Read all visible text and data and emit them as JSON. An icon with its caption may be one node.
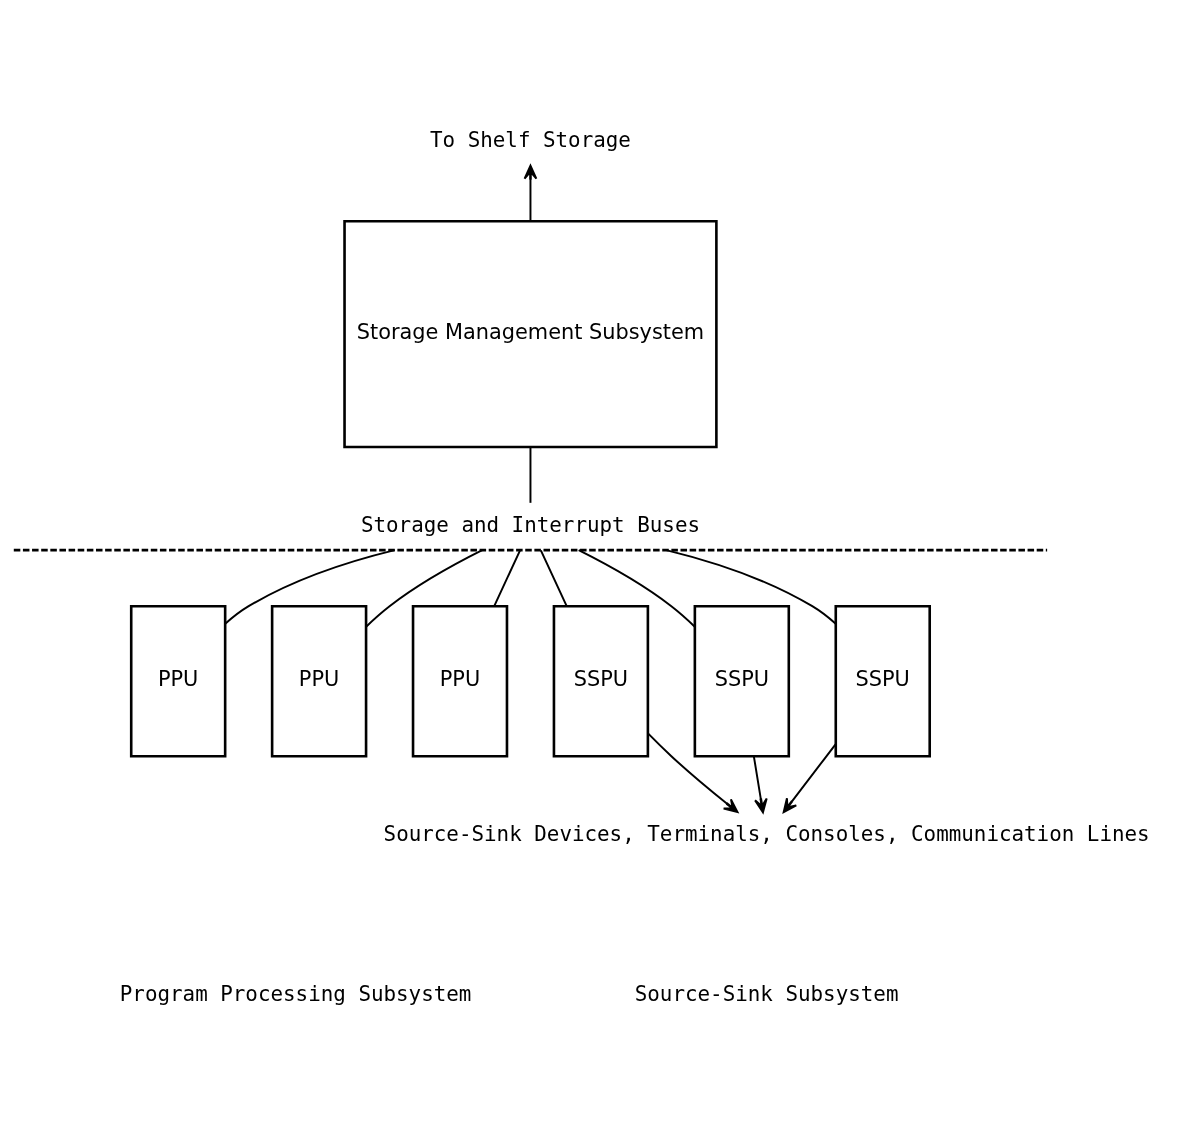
{
  "diagram": {
    "nodes": [
      {
        "text": [
          "To Shelf Storage"
        ]
      },
      {
        "text": [
          "Storage Management Subsystem"
        ]
      },
      {
        "text": [
          "Storage and Interrupt Buses"
        ]
      },
      {
        "text": [
          "PPU"
        ]
      },
      {
        "text": [
          "PPU"
        ]
      },
      {
        "text": [
          "PPU"
        ]
      },
      {
        "text": [
          "SSPU"
        ]
      },
      {
        "text": [
          "SSPU"
        ]
      },
      {
        "text": [
          "SSPU"
        ]
      },
      {
        "text": [
          "Source-Sink Devices, Terminals, Consoles, Communication Lines"
        ]
      }
    ],
    "edges": [
      {
        "from": 1,
        "to": 0,
        "arrow": "to"
      },
      {
        "from": 1,
        "to": 2,
        "arrow": "none"
      },
      {
        "from": 2,
        "to": 3,
        "arrow": "none"
      },
      {
        "from": 2,
        "to": 4,
        "arrow": "none"
      },
      {
        "from": 2,
        "to": 5,
        "arrow": "none"
      },
      {
        "from": 2,
        "to": 6,
        "arrow": "none"
      },
      {
        "from": 2,
        "to": 7,
        "arrow": "none"
      },
      {
        "from": 2,
        "to": 8,
        "arrow": "none"
      },
      {
        "from": 6,
        "to": 9,
        "arrow": "to"
      },
      {
        "from": 7,
        "to": 9,
        "arrow": "to"
      },
      {
        "from": 8,
        "to": 9,
        "arrow": "to"
      }
    ],
    "labels": [
      "Program Processing Subsystem",
      "Source-Sink Subsystem"
    ]
  }
}
